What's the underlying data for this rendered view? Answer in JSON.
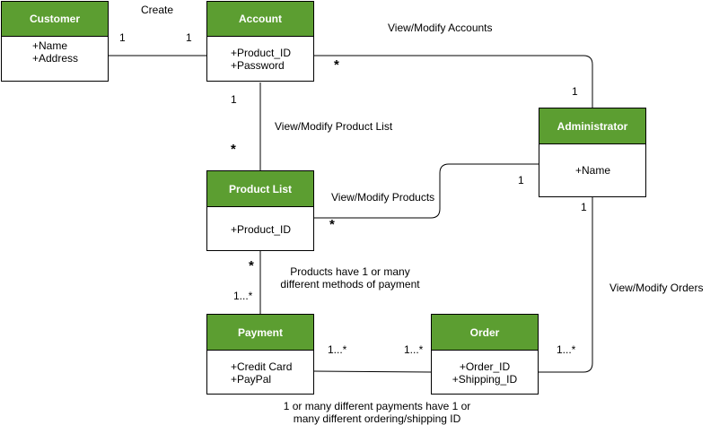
{
  "classes": {
    "customer": {
      "name": "Customer",
      "attributes": [
        "+Name",
        "+Address"
      ]
    },
    "account": {
      "name": "Account",
      "attributes": [
        "+Product_ID",
        "+Password"
      ]
    },
    "administrator": {
      "name": "Administrator",
      "attributes": [
        "+Name"
      ]
    },
    "product_list": {
      "name": "Product List",
      "attributes": [
        "+Product_ID"
      ]
    },
    "payment": {
      "name": "Payment",
      "attributes": [
        "+Credit Card",
        "+PayPal"
      ]
    },
    "order": {
      "name": "Order",
      "attributes": [
        "+Order_ID",
        "+Shipping_ID"
      ]
    }
  },
  "relations": {
    "customer_account": {
      "label": "Create",
      "mult_customer": "1",
      "mult_account": "1"
    },
    "account_admin": {
      "label": "View/Modify Accounts",
      "mult_account": "*",
      "mult_admin": "1"
    },
    "account_product": {
      "label": "View/Modify Product List",
      "mult_account": "1",
      "mult_product": "*"
    },
    "product_admin": {
      "label": "View/Modify Products",
      "mult_product": "*",
      "mult_admin": "1"
    },
    "admin_order": {
      "label": "View/Modify Orders",
      "mult_admin": "1",
      "mult_order": "1...*"
    },
    "product_payment": {
      "label_line1": "Products have 1 or many",
      "label_line2": "different methods of payment",
      "mult_product": "*",
      "mult_payment": "1...*"
    },
    "payment_order": {
      "label_line1": "1 or many different payments have 1 or",
      "label_line2": "many different ordering/shipping ID",
      "mult_payment": "1...*",
      "mult_order": "1...*"
    }
  },
  "colors": {
    "header": "#5c9e31",
    "header_text": "#ffffff",
    "line": "#000000"
  }
}
